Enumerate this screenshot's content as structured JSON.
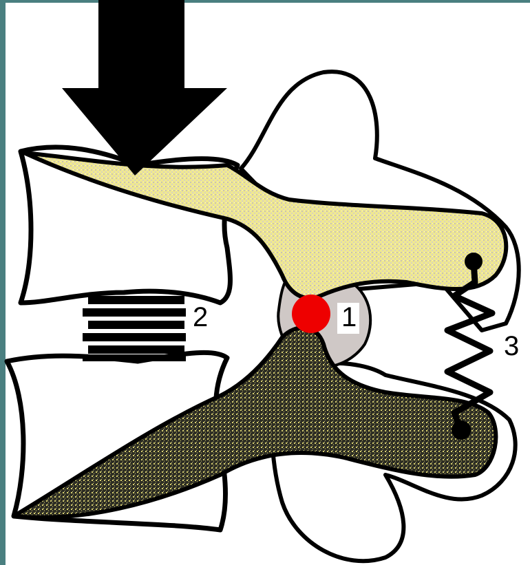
{
  "labels": {
    "contact_point": "1",
    "disc_spring": "2",
    "ligament_spring": "3"
  },
  "colors": {
    "frame": "#4a7f80",
    "outline": "#000000",
    "bone_fill": "#ffffff",
    "yellow_speckle": "#efe890",
    "dark_speckle": "#3a3a2a",
    "gray_fill": "#cfc8c6",
    "contact_point": "#ee0000"
  }
}
